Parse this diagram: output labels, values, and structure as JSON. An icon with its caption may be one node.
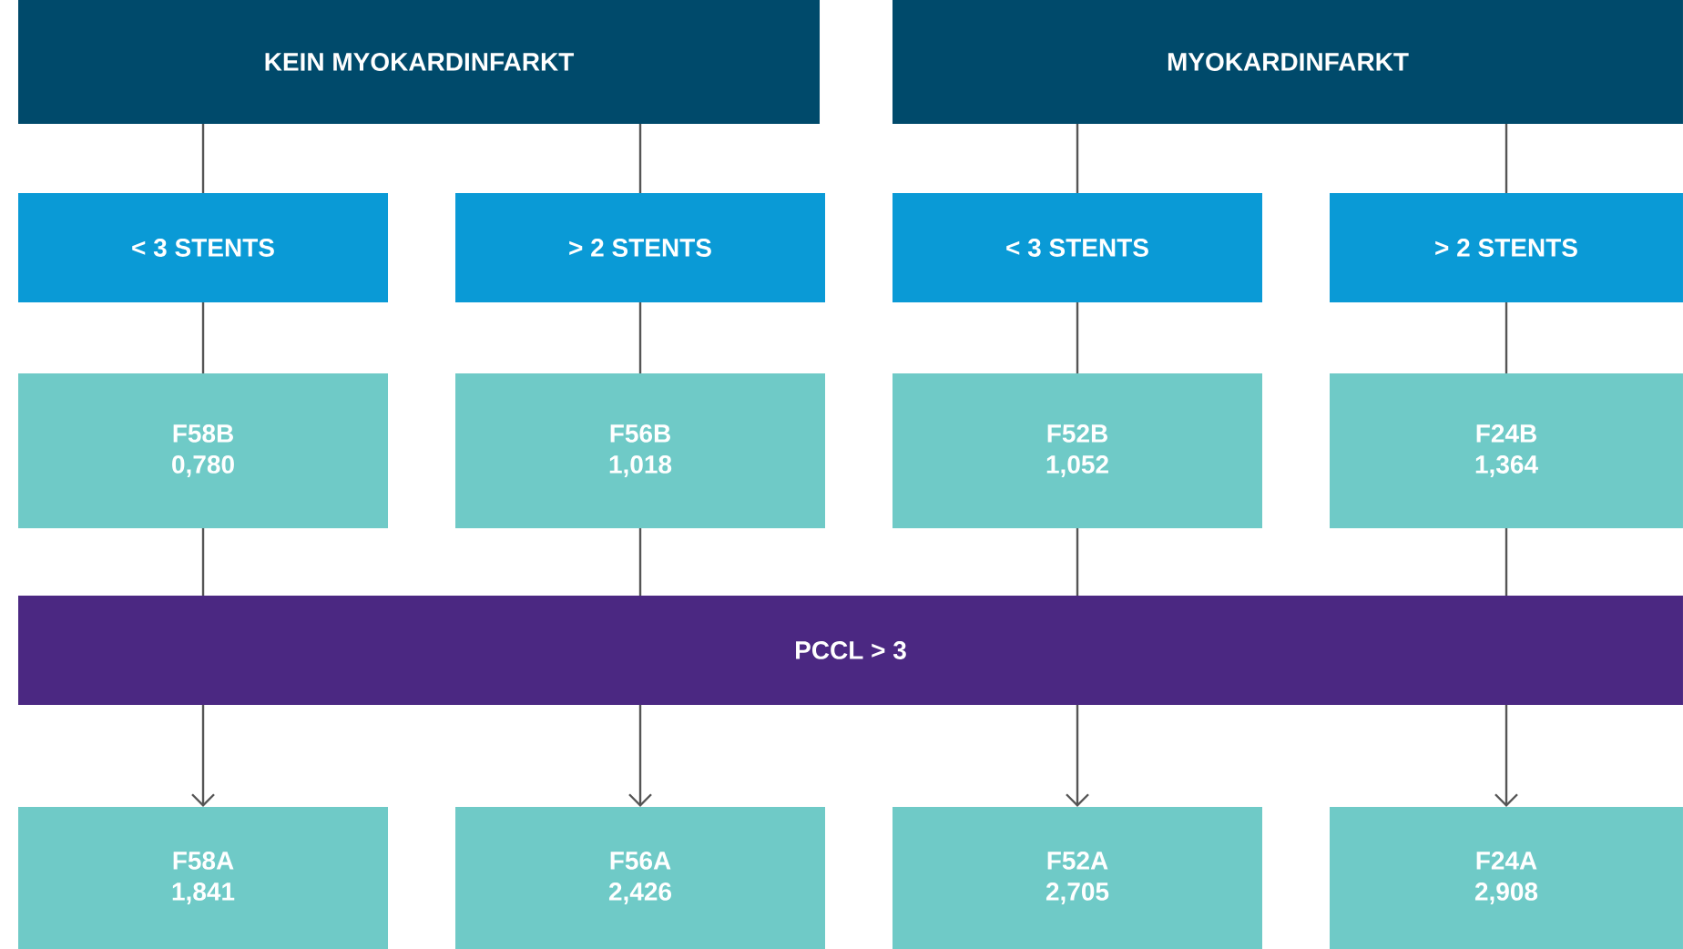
{
  "diagram": {
    "nodes": [
      {
        "text": [
          "KEIN MYOKARDINFARKT"
        ]
      },
      {
        "text": [
          "MYOKARDINFARKT"
        ]
      },
      {
        "text": [
          "< 3 STENTS"
        ]
      },
      {
        "text": [
          "> 2 STENTS"
        ]
      },
      {
        "text": [
          "< 3 STENTS"
        ]
      },
      {
        "text": [
          "> 2 STENTS"
        ]
      },
      {
        "text": [
          "F58B",
          "0,780"
        ]
      },
      {
        "text": [
          "F56B",
          "1,018"
        ]
      },
      {
        "text": [
          "F52B",
          "1,052"
        ]
      },
      {
        "text": [
          "F24B",
          "1,364"
        ]
      },
      {
        "text": [
          "PCCL > 3"
        ]
      },
      {
        "text": [
          "F58A",
          "1,841"
        ]
      },
      {
        "text": [
          "F56A",
          "2,426"
        ]
      },
      {
        "text": [
          "F52A",
          "2,705"
        ]
      },
      {
        "text": [
          "F24A",
          "2,908"
        ]
      }
    ],
    "edges": [
      {
        "from": 0,
        "to": 2,
        "arrow": "none"
      },
      {
        "from": 0,
        "to": 3,
        "arrow": "none"
      },
      {
        "from": 1,
        "to": 4,
        "arrow": "none"
      },
      {
        "from": 1,
        "to": 5,
        "arrow": "none"
      },
      {
        "from": 2,
        "to": 6,
        "arrow": "none"
      },
      {
        "from": 3,
        "to": 7,
        "arrow": "none"
      },
      {
        "from": 4,
        "to": 8,
        "arrow": "none"
      },
      {
        "from": 5,
        "to": 9,
        "arrow": "none"
      },
      {
        "from": 6,
        "to": 10,
        "arrow": "none"
      },
      {
        "from": 7,
        "to": 10,
        "arrow": "none"
      },
      {
        "from": 8,
        "to": 10,
        "arrow": "none"
      },
      {
        "from": 9,
        "to": 10,
        "arrow": "none"
      },
      {
        "from": 10,
        "to": 11,
        "arrow": "to"
      },
      {
        "from": 10,
        "to": 12,
        "arrow": "to"
      },
      {
        "from": 10,
        "to": 13,
        "arrow": "to"
      },
      {
        "from": 10,
        "to": 14,
        "arrow": "to"
      }
    ]
  }
}
